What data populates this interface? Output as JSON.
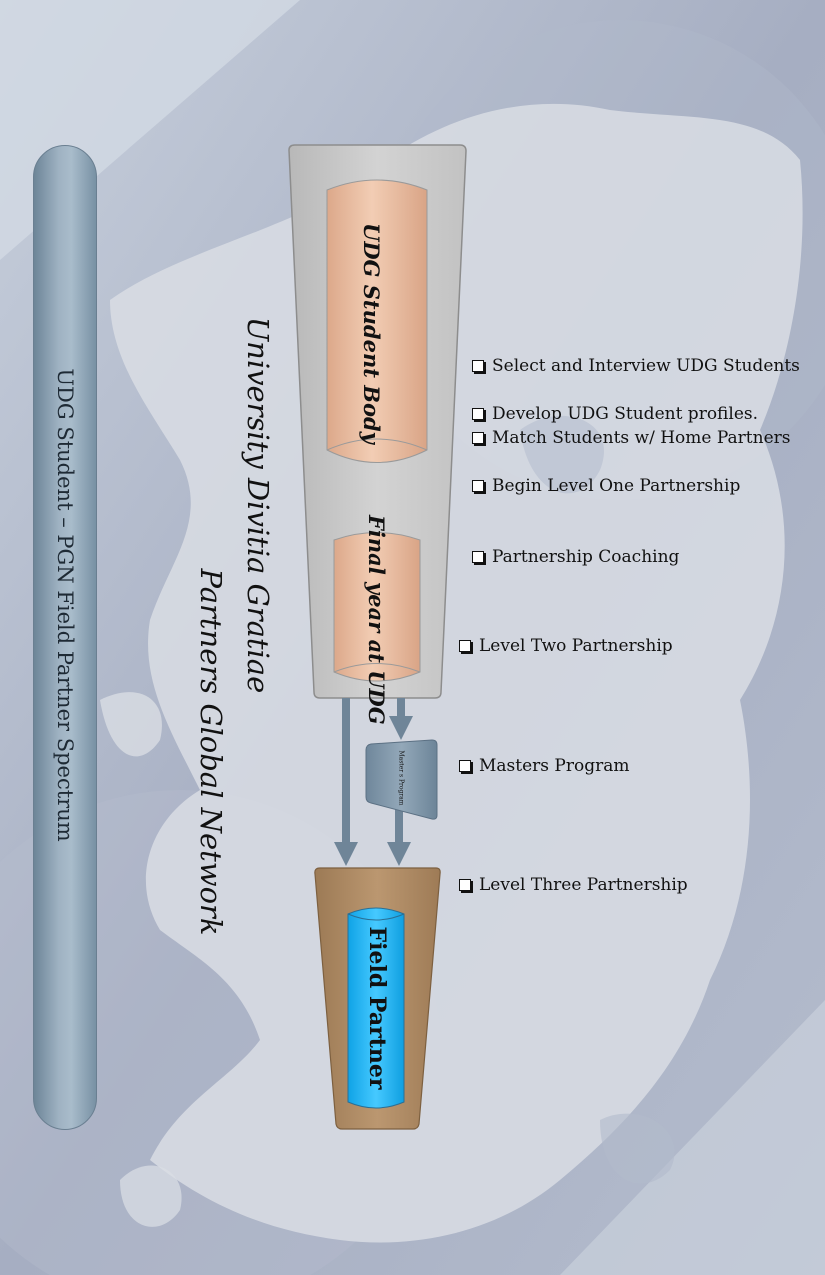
{
  "spectrum_label": "UDG Student – PGN Field Partner Spectrum",
  "org_title": "University Divitia Gratiae",
  "org_subtitle": "Partners Global Network",
  "nodes": {
    "student_body": "UDG Student Body",
    "final_year": "Final year at UDG",
    "masters": "Master s Program",
    "field_partner": "Field Partner"
  },
  "steps": [
    "Select and Interview UDG Students",
    "Develop UDG Student profiles.",
    "Match Students w/ Home Partners",
    "Begin Level One Partnership",
    "Partnership Coaching",
    "Level Two Partnership",
    "Masters Program",
    "Level Three Partnership"
  ],
  "colors": {
    "background": "#a9b1c4",
    "map_land": "#d9dde4",
    "spectrum_bar": "#9fb2c2",
    "container_gray": "#c9c9c9",
    "cylinder_peach": "#e8bd9f",
    "field_container": "#b08c66",
    "field_cylinder": "#21b6f2",
    "arrow": "#6f8598"
  },
  "icons": {
    "checkbox": "square-checkbox-icon",
    "arrow": "arrow-down-icon"
  }
}
